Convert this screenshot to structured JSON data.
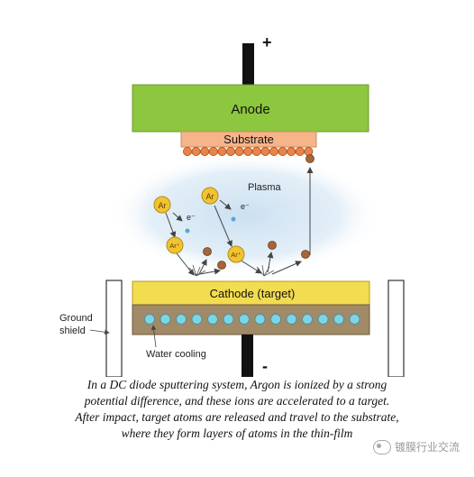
{
  "diagram": {
    "terminal_positive": "+",
    "terminal_negative": "-",
    "anode_label": "Anode",
    "substrate_label": "Substrate",
    "plasma_label": "Plasma",
    "cathode_label": "Cathode (target)",
    "ground_shield_label_line1": "Ground",
    "ground_shield_label_line2": "shield",
    "water_cooling_label": "Water cooling",
    "argon_label": "Ar",
    "argon_ion_label": "Ar+",
    "electron_label": "e-"
  },
  "caption": {
    "line1": "In a DC diode sputtering system, Argon is ionized by a strong",
    "line2": "potential difference, and these ions are accelerated to a target.",
    "line3": "After impact, target atoms are released and travel to the substrate,",
    "line4": "where they form layers of atoms in the thin-film"
  },
  "watermark": {
    "text": "镀膜行业交流"
  },
  "colors": {
    "anode": "#8dc63f",
    "substrate": "#f6b48a",
    "cathode": "#f2dc50",
    "water_jacket": "#a08a68",
    "cooling_dot": "#7fd3e3",
    "argon": "#f1c232",
    "target_atom": "#a4663a",
    "plasma": "#dcebf5"
  }
}
